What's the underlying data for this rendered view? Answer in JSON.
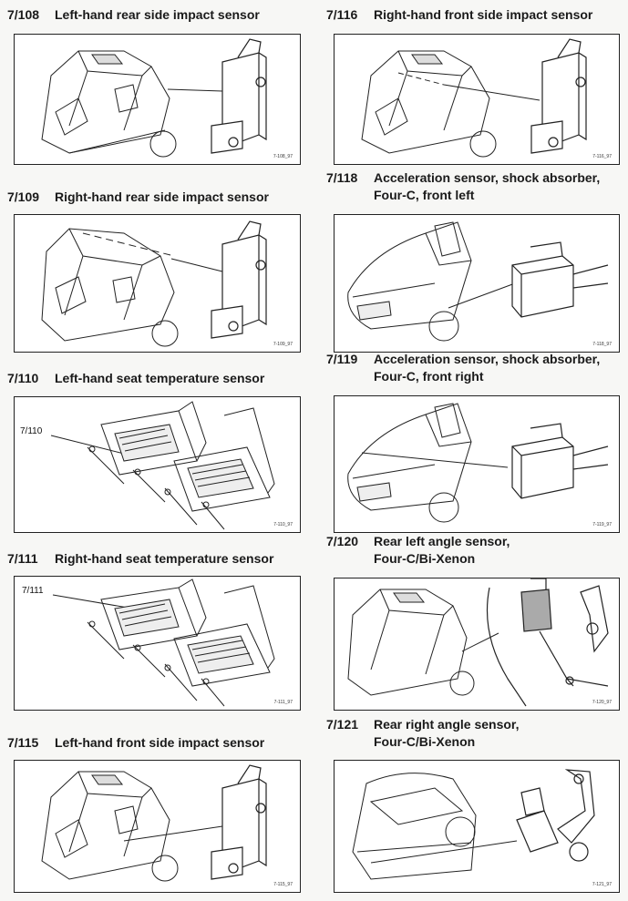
{
  "sections": [
    {
      "id": "7/108",
      "title": "Left-hand rear side impact sensor",
      "code": "7-108_97"
    },
    {
      "id": "7/109",
      "title": "Right-hand rear side impact sensor",
      "code": "7-109_97"
    },
    {
      "id": "7/110",
      "title": "Left-hand seat temperature sensor",
      "callout": "7/110",
      "code": "7-110_97"
    },
    {
      "id": "7/111",
      "title": "Right-hand seat temperature sensor",
      "callout": "7/111",
      "code": "7-111_97"
    },
    {
      "id": "7/115",
      "title": "Left-hand front side impact sensor",
      "code": "7-115_97"
    },
    {
      "id": "7/116",
      "title": "Right-hand front side impact sensor",
      "code": "7-116_97"
    },
    {
      "id": "7/118",
      "title": "Acceleration sensor, shock absorber,",
      "title2": "Four-C, front left",
      "code": "7-118_97"
    },
    {
      "id": "7/119",
      "title": "Acceleration sensor, shock absorber,",
      "title2": "Four-C, front right",
      "code": "7-119_97"
    },
    {
      "id": "7/120",
      "title": "Rear left angle sensor,",
      "title2": "Four-C/Bi-Xenon",
      "code": "7-120_97"
    },
    {
      "id": "7/121",
      "title": "Rear right angle sensor,",
      "title2": "Four-C/Bi-Xenon",
      "code": "7-121_97"
    }
  ]
}
